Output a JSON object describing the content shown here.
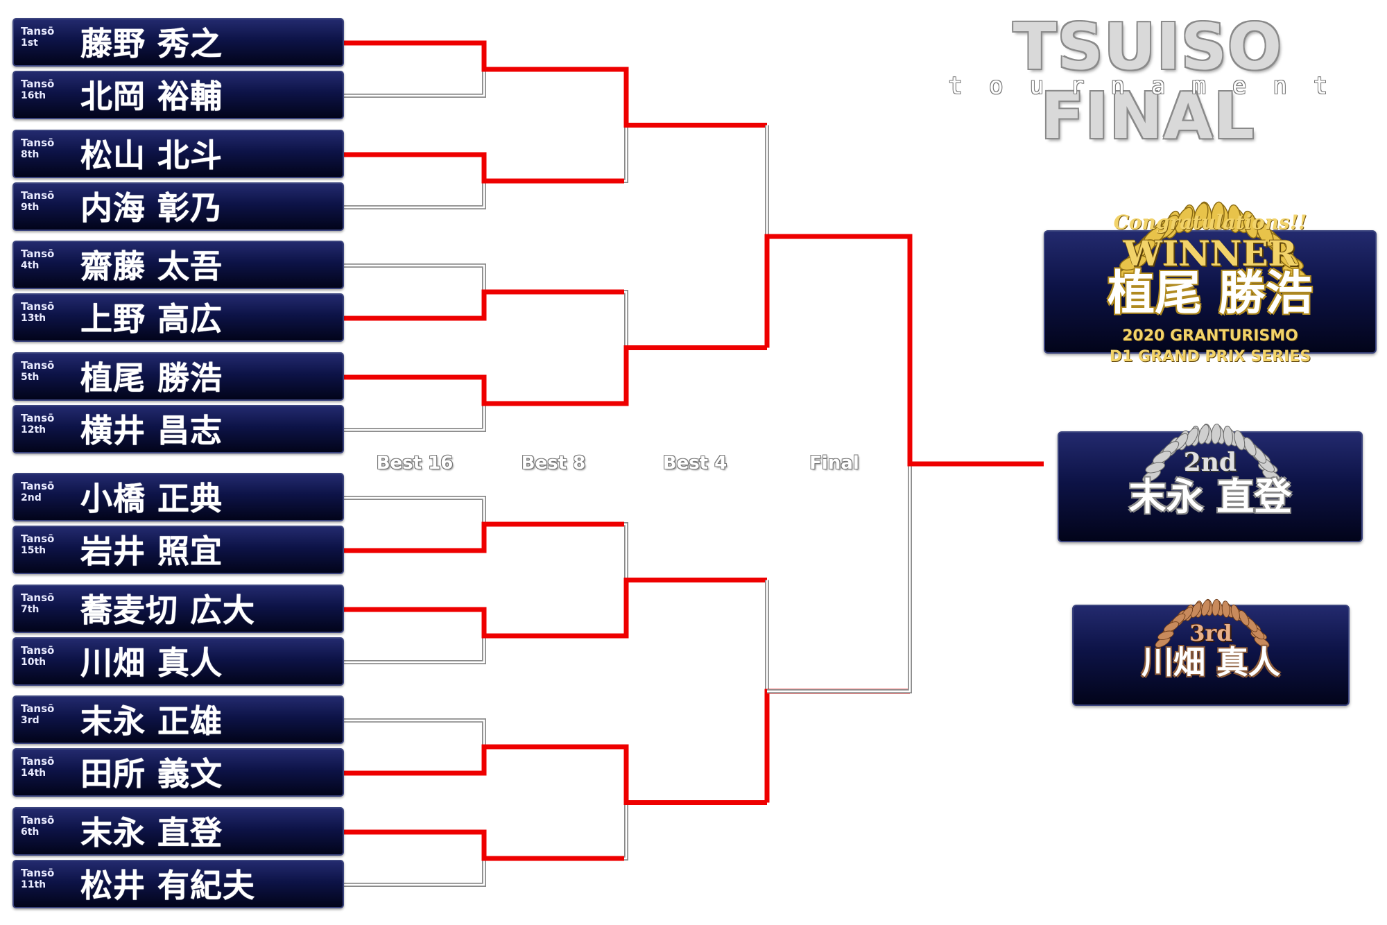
{
  "title": {
    "main": "TSUISO FINAL",
    "sub": "tournament"
  },
  "seed_prefix": "Tansō",
  "entries": [
    {
      "rank": "1st",
      "name": "藤野 秀之"
    },
    {
      "rank": "16th",
      "name": "北岡 裕輔"
    },
    {
      "rank": "8th",
      "name": "松山 北斗"
    },
    {
      "rank": "9th",
      "name": "内海 彰乃"
    },
    {
      "rank": "4th",
      "name": "齋藤 太吾"
    },
    {
      "rank": "13th",
      "name": "上野 高広"
    },
    {
      "rank": "5th",
      "name": "植尾 勝浩"
    },
    {
      "rank": "12th",
      "name": "横井 昌志"
    },
    {
      "rank": "2nd",
      "name": "小橋 正典"
    },
    {
      "rank": "15th",
      "name": "岩井 照宜"
    },
    {
      "rank": "7th",
      "name": "蕎麦切 広大"
    },
    {
      "rank": "10th",
      "name": "川畑 真人"
    },
    {
      "rank": "3rd",
      "name": "末永 正雄"
    },
    {
      "rank": "14th",
      "name": "田所 義文"
    },
    {
      "rank": "6th",
      "name": "末永 直登"
    },
    {
      "rank": "11th",
      "name": "松井 有紀夫"
    }
  ],
  "rounds": [
    "Best 16",
    "Best 8",
    "Best 4",
    "Final"
  ],
  "results": {
    "winner": {
      "congrats": "Congratulations!!",
      "label": "WINNER",
      "name": "植尾 勝浩",
      "series_line1": "2020 GRANTURISMO",
      "series_line2": "D1 GRAND PRIX SERIES"
    },
    "second": {
      "label": "2nd",
      "name": "末永 直登"
    },
    "third": {
      "label": "3rd",
      "name": "川畑 真人"
    }
  },
  "colors": {
    "win_line": "#ee0000",
    "lose_line": "#b8b8b8",
    "gold": "#e8c34a",
    "silver": "#c8c8c8",
    "bronze": "#c88a5c",
    "box_navy": "#0d1347"
  },
  "bracket": {
    "r1_winners": [
      1,
      0,
      1,
      0,
      0,
      1,
      1,
      0,
      0,
      1,
      1,
      0,
      0,
      1,
      1,
      0
    ],
    "r2_winners": [
      1,
      0,
      0,
      1,
      0,
      1,
      1,
      0
    ],
    "r3_winners": [
      0,
      1,
      0,
      1
    ],
    "final_winners": [
      1,
      0
    ]
  }
}
